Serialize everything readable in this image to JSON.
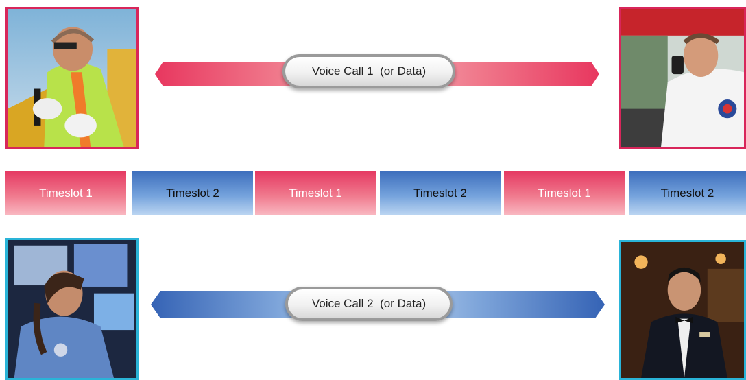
{
  "calls": [
    {
      "label": "Voice Call 1  (or Data)",
      "color": "#e83a5e"
    },
    {
      "label": "Voice Call 2  (or Data)",
      "color": "#3a66b8"
    }
  ],
  "timeslots": [
    {
      "label": "Timeslot 1",
      "variant": "red"
    },
    {
      "label": "Timeslot 2",
      "variant": "blue"
    },
    {
      "label": "Timeslot 1",
      "variant": "red"
    },
    {
      "label": "Timeslot 2",
      "variant": "blue"
    },
    {
      "label": "Timeslot 1",
      "variant": "red"
    },
    {
      "label": "Timeslot 2",
      "variant": "blue"
    }
  ],
  "photos": [
    {
      "subject": "construction-worker-with-radio",
      "frame": "#d8265a"
    },
    {
      "subject": "firefighter-in-truck-with-radio",
      "frame": "#d8265a"
    },
    {
      "subject": "dispatcher-at-console",
      "frame": "#2ab4d8"
    },
    {
      "subject": "hotel-staff-with-radio",
      "frame": "#2ab4d8"
    }
  ]
}
